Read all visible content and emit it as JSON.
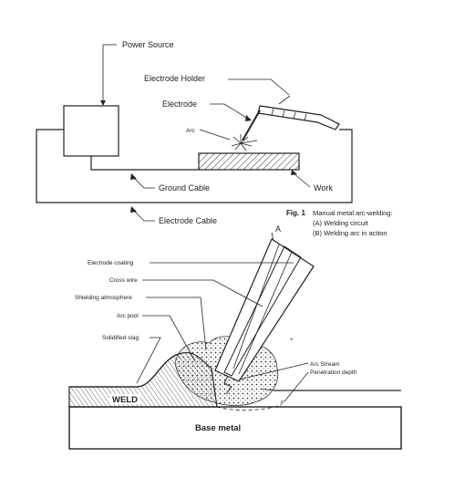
{
  "top": {
    "power_source": "Power Source",
    "electrode_holder": "Electrode Holder",
    "electrode": "Electrode",
    "arc": "Arc",
    "ground_cable": "Ground Cable",
    "work": "Work",
    "electrode_cable": "Electrode Cable"
  },
  "caption": {
    "fig": "Fig. 1",
    "line1": "Manual metal arc-welding:",
    "line2": "(A) Welding circuit",
    "line3": "(B) Welding arc in action"
  },
  "bottom": {
    "marker_a": "A",
    "electrode_coating": "Electrode coating",
    "core_wire": "Cross wire",
    "shielding": "Shielding atmosphere",
    "arc_pool": "Arc pool",
    "slag": "Solidified slag",
    "arc_stream": "Arc Stream",
    "penetration": "Penetration depth",
    "weld": "WELD",
    "base_metal": "Base metal"
  }
}
